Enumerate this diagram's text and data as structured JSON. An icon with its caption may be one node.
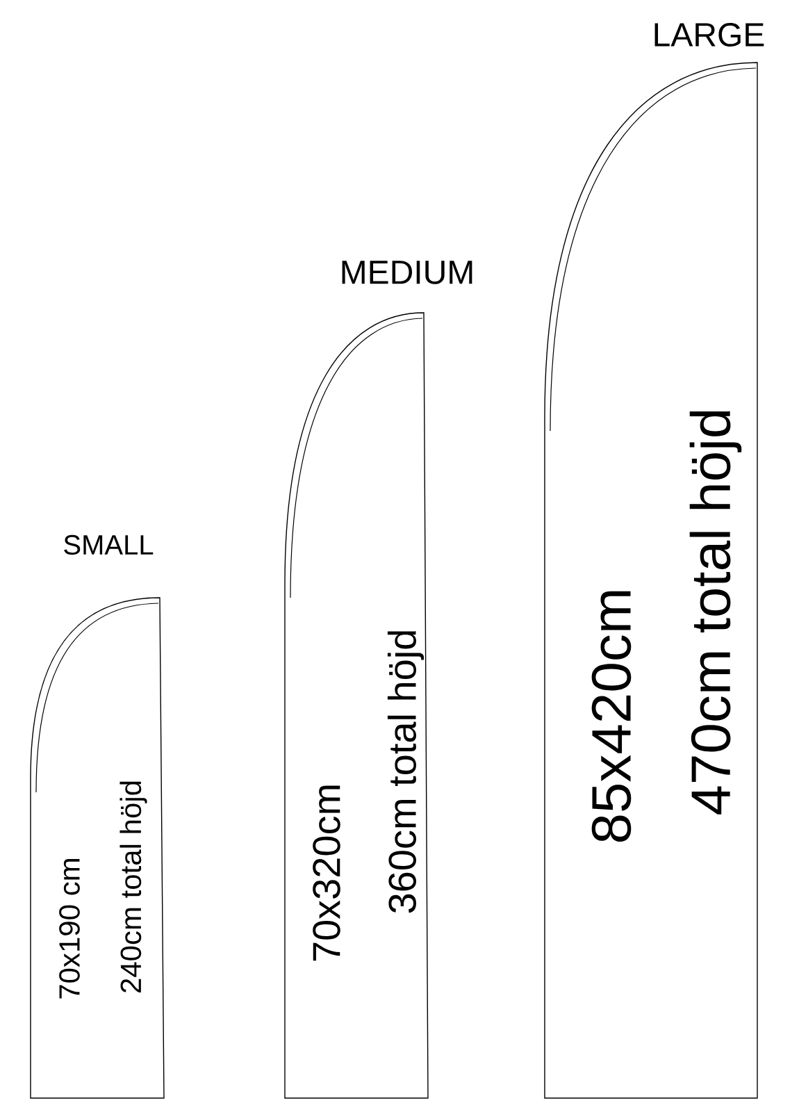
{
  "diagram": {
    "nodes": [
      {
        "text": [
          "SMALL",
          "70x190 cm",
          "240cm total höjd"
        ]
      },
      {
        "text": [
          "MEDIUM",
          "70x320cm",
          "360cm total höjd"
        ]
      },
      {
        "text": [
          "LARGE",
          "85x420cm",
          "470cm total höjd"
        ]
      }
    ]
  }
}
